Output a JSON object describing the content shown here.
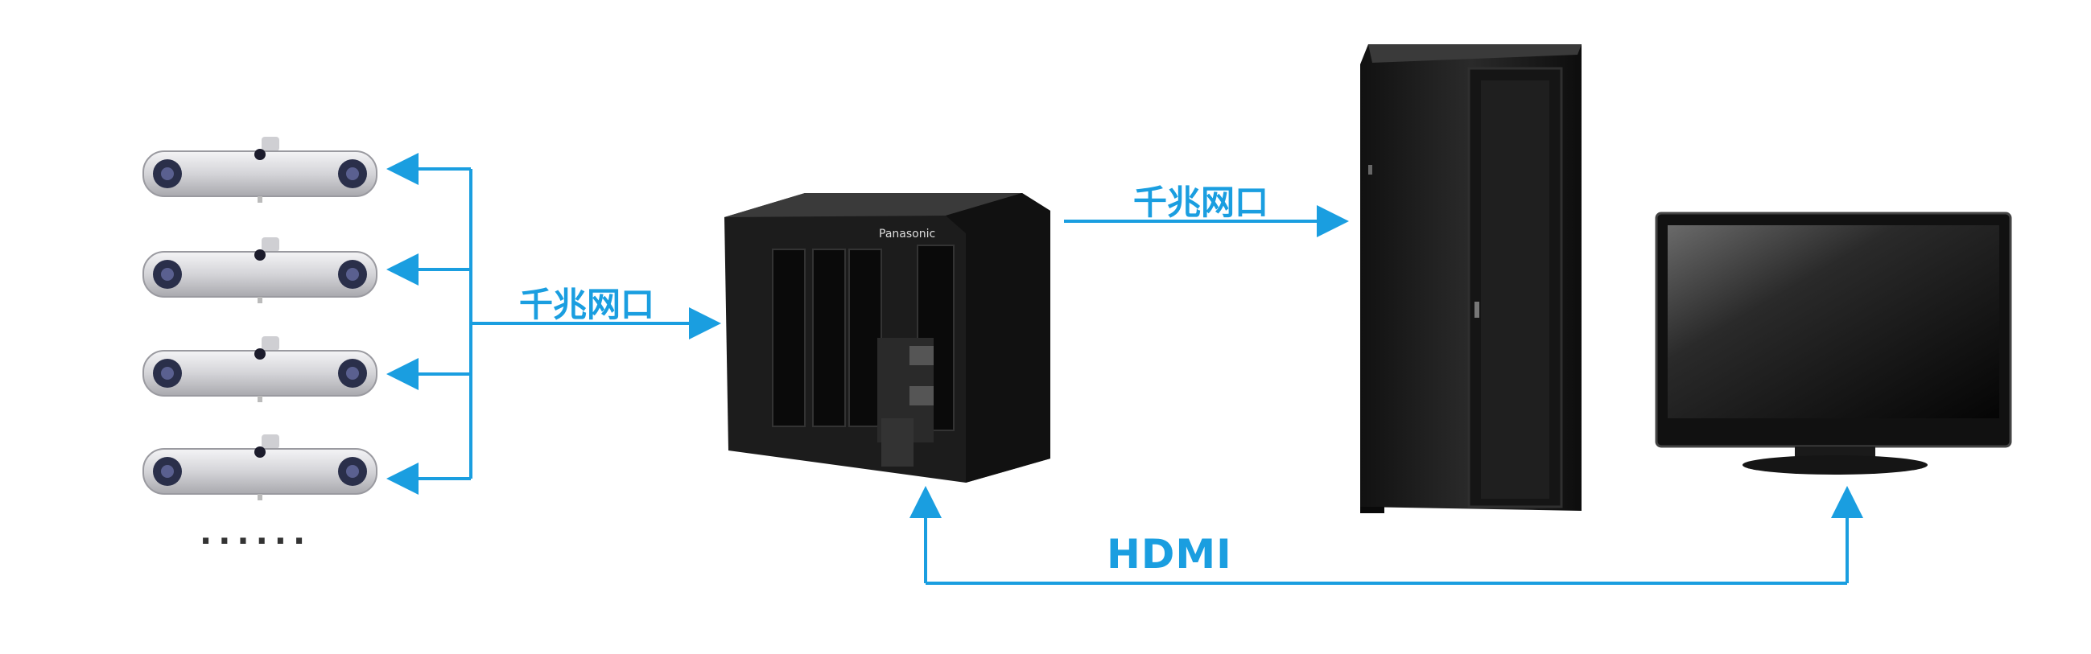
{
  "labels": {
    "link_cameras_to_controller": "千兆网口",
    "link_controller_to_server": "千兆网口",
    "link_hdmi": "HDMI"
  },
  "ellipsis": "......",
  "devices": {
    "cameras": {
      "count": 4,
      "icon": "stereo-camera-icon"
    },
    "controller": {
      "icon": "plc-controller-icon",
      "brand": "Panasonic"
    },
    "server": {
      "icon": "server-rack-icon"
    },
    "monitor": {
      "icon": "monitor-icon"
    }
  },
  "colors": {
    "arrow": "#1a9ee0",
    "label": "#1a9ee0",
    "device_dark": "#1c1c1c",
    "camera_body": "#d9d9dc"
  }
}
